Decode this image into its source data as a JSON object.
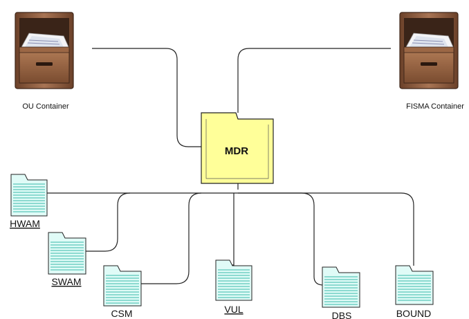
{
  "diagram": {
    "center": "MDR",
    "containers": {
      "left": "OU Container",
      "right": "FISMA Container"
    },
    "folders": [
      "HWAM",
      "SWAM",
      "CSM",
      "VUL",
      "DBS",
      "BOUND"
    ]
  },
  "colors": {
    "mdr_fill": "#ffff99",
    "folder_fill": "#e0fbf7",
    "folder_stripe": "#39b8aa",
    "line": "#222222",
    "cabinet_body": "#8b5a3c",
    "cabinet_dark": "#4a2e1e"
  }
}
